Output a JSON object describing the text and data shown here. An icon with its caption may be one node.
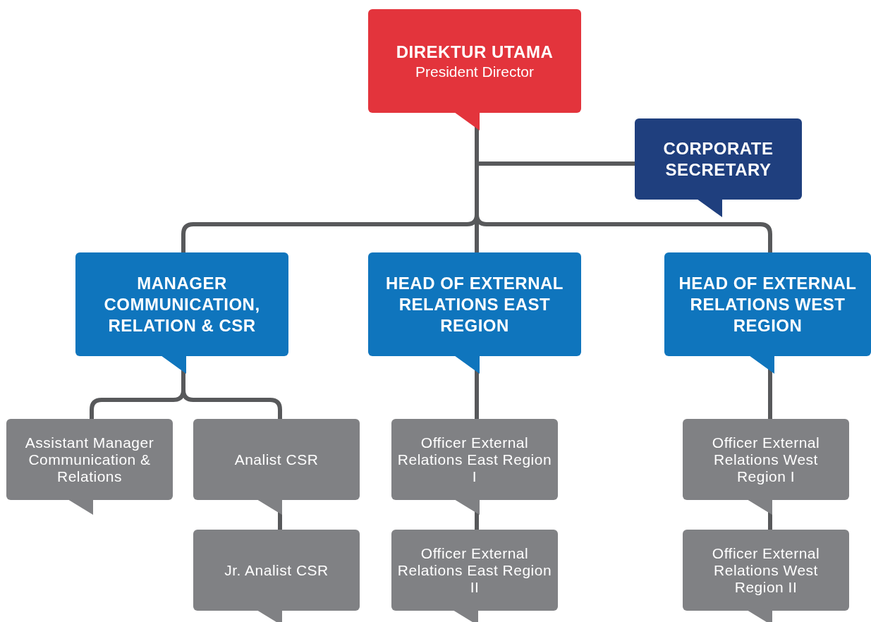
{
  "diagram": {
    "nodes": [
      {
        "text": [
          "DIREKTUR UTAMA",
          "President Director"
        ]
      },
      {
        "text": [
          "CORPORATE SECRETARY"
        ]
      },
      {
        "text": [
          "MANAGER COMMUNICATION, RELATION & CSR"
        ]
      },
      {
        "text": [
          "HEAD OF EXTERNAL RELATIONS EAST REGION"
        ]
      },
      {
        "text": [
          "HEAD OF EXTERNAL RELATIONS WEST REGION"
        ]
      },
      {
        "text": [
          "Assistant Manager Communication & Relations"
        ]
      },
      {
        "text": [
          "Analist CSR"
        ]
      },
      {
        "text": [
          "Jr. Analist CSR"
        ]
      },
      {
        "text": [
          "Officer External Relations East Region I"
        ]
      },
      {
        "text": [
          "Officer External Relations East Region II"
        ]
      },
      {
        "text": [
          "Officer External Relations West Region I"
        ]
      },
      {
        "text": [
          "Officer External Relations West Region II"
        ]
      }
    ],
    "edges": [
      {
        "from": 0,
        "to": 1,
        "arrow": "none"
      },
      {
        "from": 0,
        "to": 2,
        "arrow": "none"
      },
      {
        "from": 0,
        "to": 3,
        "arrow": "none"
      },
      {
        "from": 0,
        "to": 4,
        "arrow": "none"
      },
      {
        "from": 2,
        "to": 5,
        "arrow": "none"
      },
      {
        "from": 2,
        "to": 6,
        "arrow": "none"
      },
      {
        "from": 6,
        "to": 7,
        "arrow": "none"
      },
      {
        "from": 3,
        "to": 8,
        "arrow": "none"
      },
      {
        "from": 8,
        "to": 9,
        "arrow": "none"
      },
      {
        "from": 4,
        "to": 10,
        "arrow": "none"
      },
      {
        "from": 10,
        "to": 11,
        "arrow": "none"
      }
    ]
  }
}
